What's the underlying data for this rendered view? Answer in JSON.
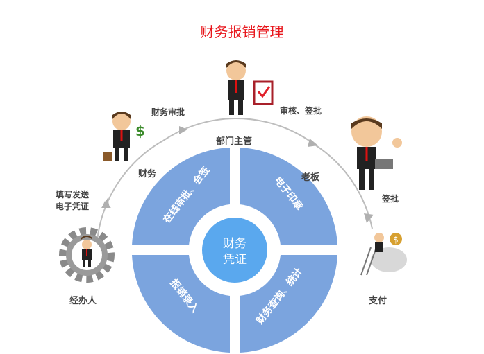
{
  "title": "财务报销管理",
  "center": {
    "line1": "财务",
    "line2": "凭证"
  },
  "segments": [
    {
      "text": "在线审批、会签"
    },
    {
      "text": "电子印章"
    },
    {
      "text": "报销录入"
    },
    {
      "text": "财务查询、统计"
    }
  ],
  "roles": {
    "applicant": "经办人",
    "finance": "财务",
    "manager": "部门主管",
    "boss": "老板",
    "payment": "支付"
  },
  "steps": {
    "fill_send_line1": "填写发送",
    "fill_send_line2": "电子凭证",
    "finance_approve": "财务审批",
    "review_sign": "审核、签批",
    "sign": "签批"
  },
  "colors": {
    "title": "#e8151b",
    "segment": "#7ba4de",
    "center": "#5aa8ee",
    "arc": "#b5b5b5"
  }
}
